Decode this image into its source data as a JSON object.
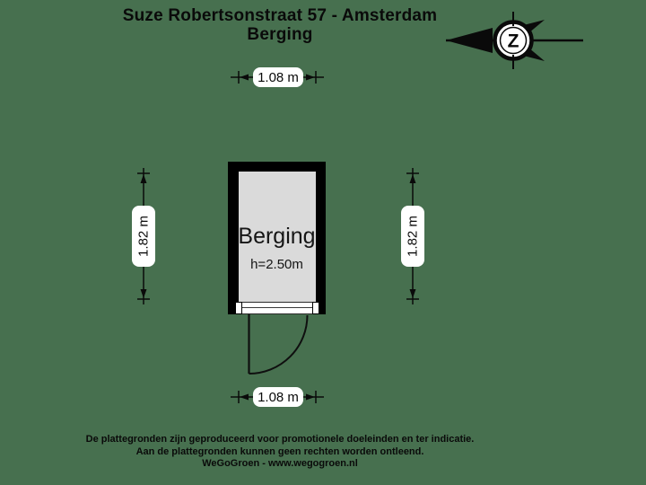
{
  "title": {
    "line1": "Suze Robertsonstraat 57 - Amsterdam",
    "line2": "Berging"
  },
  "compass": {
    "letter": "Z"
  },
  "room": {
    "name": "Berging",
    "height_label": "h=2.50m"
  },
  "dimensions": {
    "top": "1.08 m",
    "bottom": "1.08 m",
    "left": "1.82 m",
    "right": "1.82 m"
  },
  "footer": {
    "line1": "De plattegronden zijn geproduceerd voor promotionele doeleinden en ter indicatie.",
    "line2": "Aan de plattegronden kunnen geen rechten worden ontleend.",
    "line3": "WeGoGroen -  www.wegogroen.nl"
  },
  "colors": {
    "background": "#47704F",
    "wall": "#000000",
    "floor": "#DADADA",
    "ink": "#0A0A0A",
    "label_bg": "#FFFFFF"
  }
}
